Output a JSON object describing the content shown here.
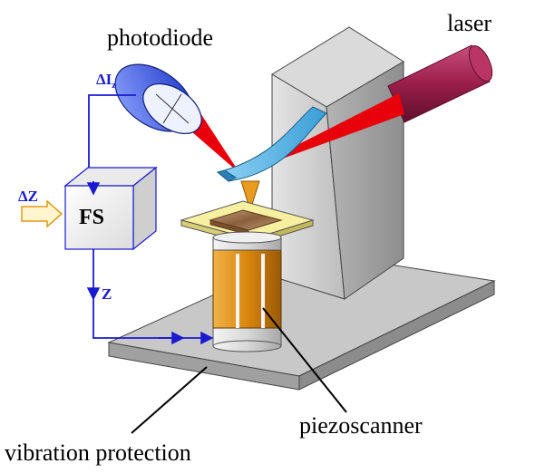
{
  "labels": {
    "photodiode": "photodiode",
    "laser": "laser",
    "delta_iz": "ΔI",
    "delta_iz_sub": "z",
    "delta_z": "ΔZ",
    "fs": "FS",
    "z": "Z",
    "piezoscanner": "piezoscanner",
    "vibration_protection": "vibration protection"
  },
  "colors": {
    "feedback_line": "#1a1ad0",
    "laser_beam": "#e8000a",
    "laser_body": "#9b1d4a",
    "photodiode": "#3a5ff0",
    "cantilever": "#5ab7e6",
    "tip": "#e89b1c",
    "sample_holder": "#f7f0a0",
    "sample": "#a0704a",
    "piezo": "#d9860d",
    "base": "#a8a8a8",
    "pillar": "#c2c2c2"
  },
  "icons": {
    "input_arrow": "hollow-right-arrow-icon"
  }
}
